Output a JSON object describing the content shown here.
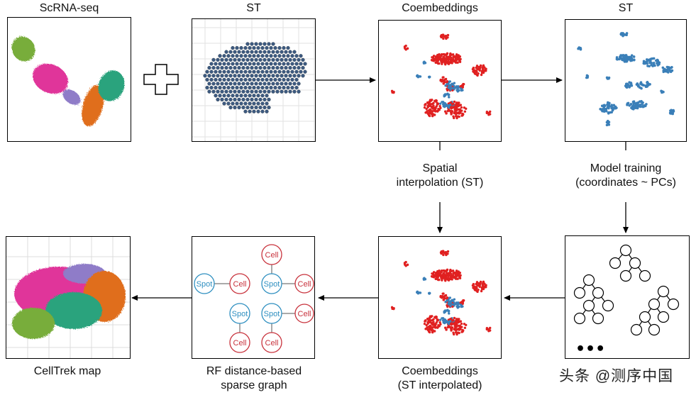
{
  "panels": {
    "scrna": {
      "title": "ScRNA-seq"
    },
    "st_top": {
      "title": "ST"
    },
    "coemb_top": {
      "title": "Coembeddings"
    },
    "st_right": {
      "title": "ST"
    },
    "celltrek": {
      "title": "CellTrek map"
    },
    "graph": {
      "title_line1": "RF distance-based",
      "title_line2": "sparse graph"
    },
    "coemb_bottom": {
      "title_line1": "Coembeddings",
      "title_line2": "(ST interpolated)"
    },
    "forest": {
      "dots": "•••"
    }
  },
  "steps": {
    "spatial_line1": "Spatial",
    "spatial_line2": "interpolation (ST)",
    "training_line1": "Model training",
    "training_line2": "(coordinates ~ PCs)"
  },
  "graph_nodes": {
    "spot": "Spot",
    "cell": "Cell"
  },
  "colors": {
    "st_blue": "#3a7fb8",
    "st_dot": "#3d5a80",
    "cell_red": "#e02020",
    "spot_blue": "#2e8fc0",
    "node_red": "#c8323c",
    "green": "#78ad3a",
    "magenta": "#e0359a",
    "purple": "#8f7cc8",
    "orange": "#e06e1c",
    "teal": "#2aa37d"
  },
  "watermark": "头条 @测序中国"
}
